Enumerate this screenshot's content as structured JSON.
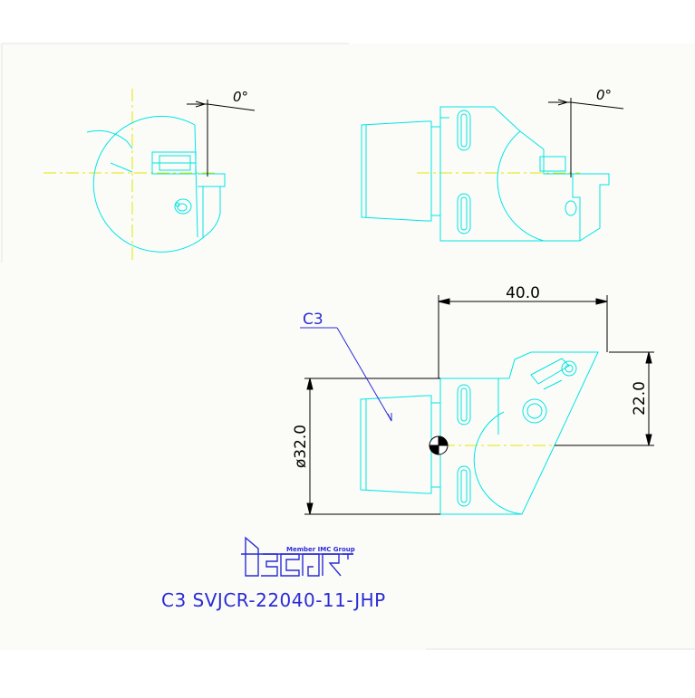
{
  "views": {
    "top_left_angle": "0°",
    "top_right_angle": "0°"
  },
  "dimensions": {
    "length": "40.0",
    "height": "22.0",
    "diameter": "ø32.0"
  },
  "callout": {
    "label": "C3"
  },
  "logo": {
    "tagline": "Member IMC Group",
    "brand": "ISCAR"
  },
  "part_number": "C3  SVJCR-22040-11-JHP",
  "colors": {
    "background": "#fbfcf8",
    "outline": "#00e5e5",
    "centerline": "#e6e600",
    "dimension": "#000000",
    "annotation": "#2b2bd6"
  }
}
